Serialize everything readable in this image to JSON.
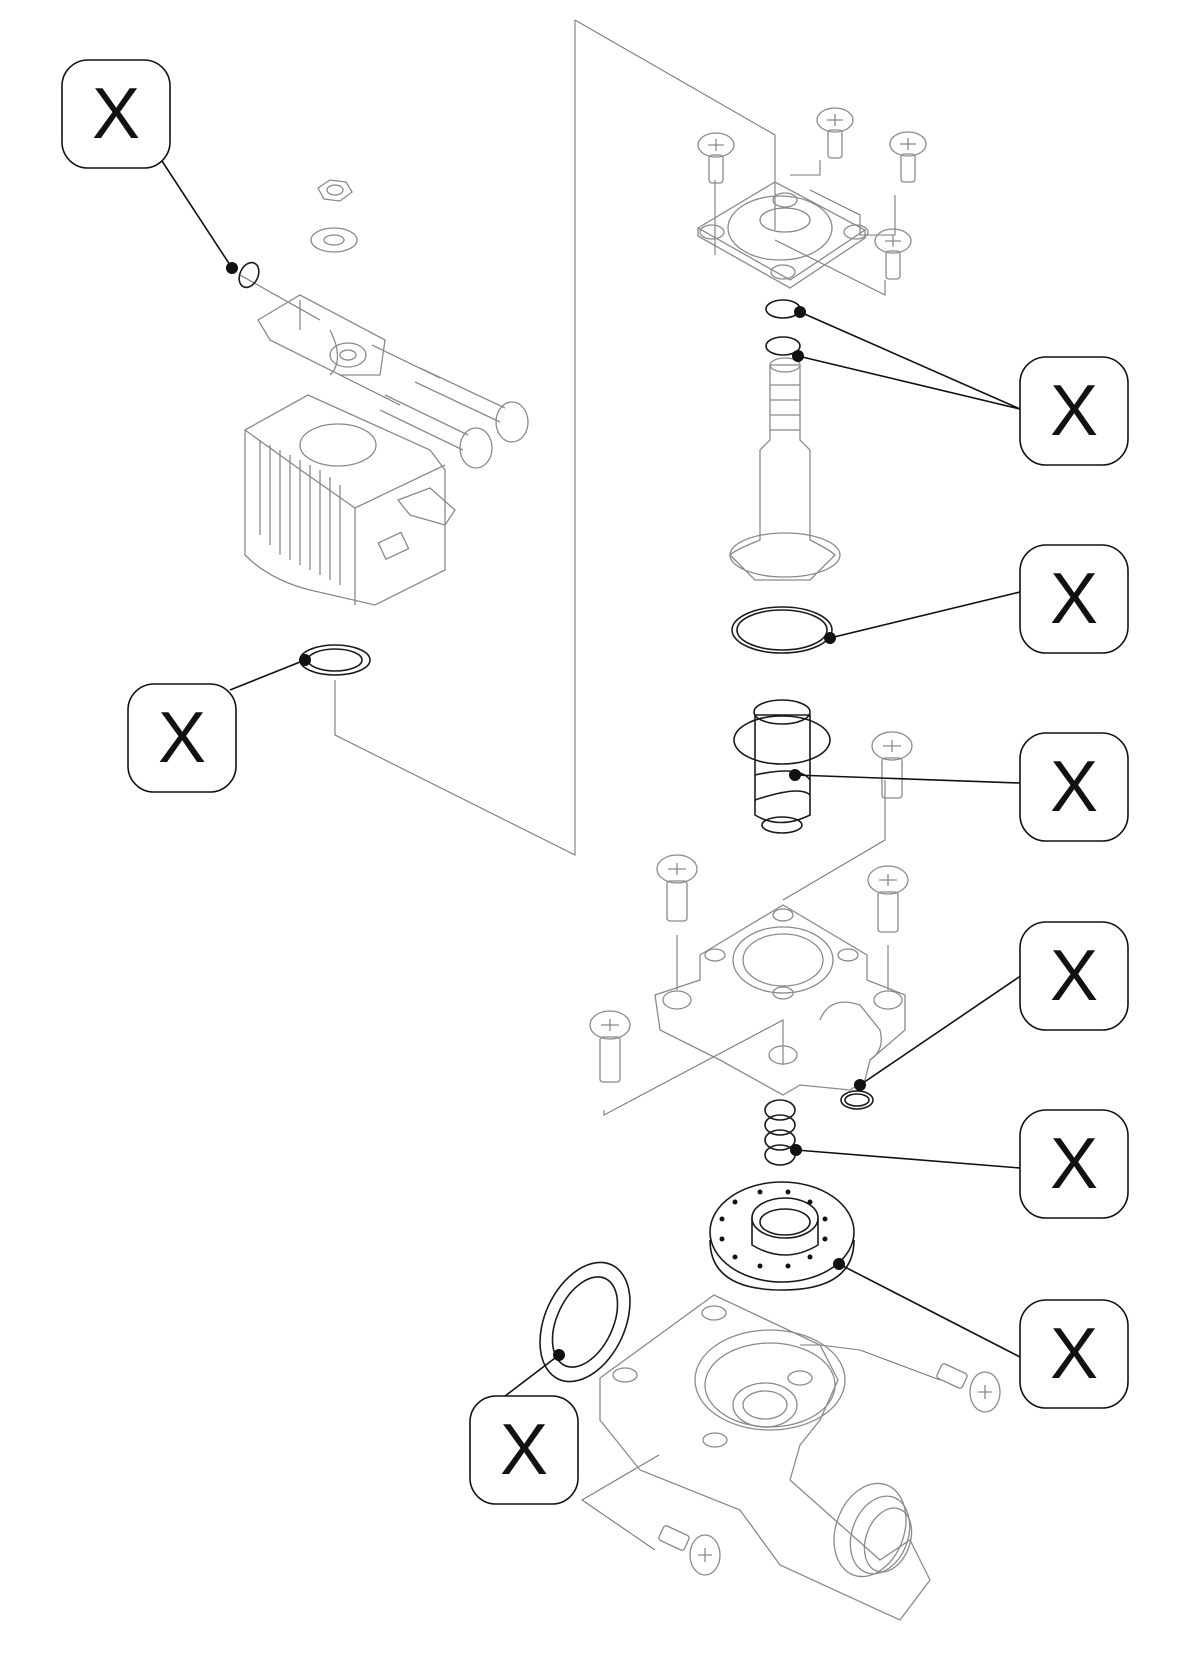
{
  "diagram": {
    "title": "Solenoid valve exploded view",
    "callouts": [
      {
        "id": "c1",
        "label": "X",
        "target": "coil-retaining-clip"
      },
      {
        "id": "c2",
        "label": "X",
        "target": "armature-tube-o-rings"
      },
      {
        "id": "c3",
        "label": "X",
        "target": "armature-tube-base-o-ring"
      },
      {
        "id": "c4",
        "label": "X",
        "target": "coil-base-o-ring"
      },
      {
        "id": "c5",
        "label": "X",
        "target": "plunger-spring"
      },
      {
        "id": "c6",
        "label": "X",
        "target": "bonnet-o-ring"
      },
      {
        "id": "c7",
        "label": "X",
        "target": "diaphragm-spring"
      },
      {
        "id": "c8",
        "label": "X",
        "target": "diaphragm"
      },
      {
        "id": "c9",
        "label": "X",
        "target": "inlet-gasket"
      }
    ],
    "parts": [
      "nut",
      "washer",
      "coil-retaining-clip",
      "coil-bracket",
      "long-screws",
      "solenoid-coil",
      "coil-base-o-ring",
      "top-flange",
      "flange-screws",
      "armature-tube-o-rings",
      "armature-tube",
      "armature-tube-base-o-ring",
      "plunger",
      "plunger-spring",
      "bonnet-screws",
      "bonnet",
      "bonnet-o-ring",
      "diaphragm-spring",
      "diaphragm",
      "valve-body",
      "inlet-gasket",
      "body-screws"
    ]
  }
}
